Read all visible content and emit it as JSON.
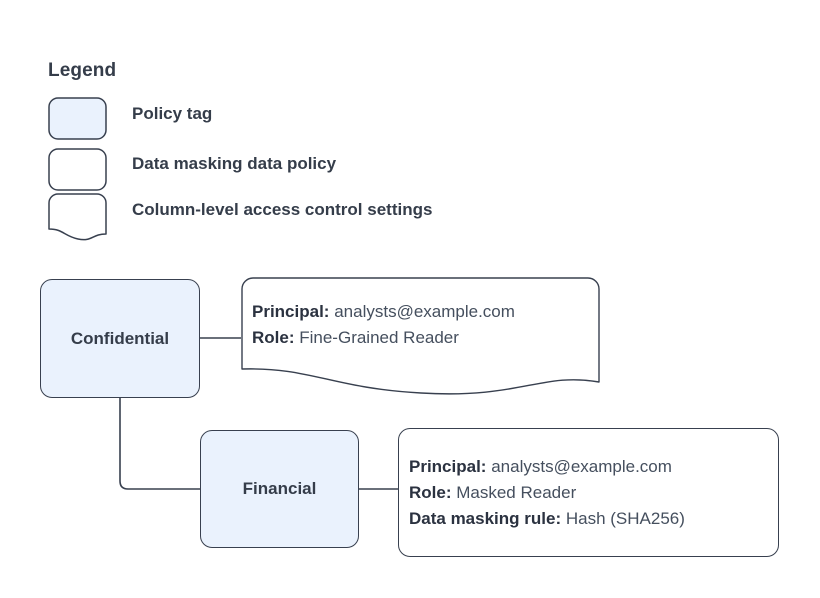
{
  "legend": {
    "title": "Legend",
    "items": [
      {
        "shape": "rounded-rect-filled",
        "label": "Policy tag",
        "fill": "#eaf2fd"
      },
      {
        "shape": "rounded-rect",
        "label": "Data masking data policy",
        "fill": "#ffffff"
      },
      {
        "shape": "wavy-bottom-rect",
        "label": "Column-level access control settings",
        "fill": "#ffffff"
      }
    ]
  },
  "diagram": {
    "nodes": [
      {
        "id": "confidential",
        "label": "Confidential"
      },
      {
        "id": "financial",
        "label": "Financial"
      }
    ],
    "callouts": [
      {
        "id": "confidential-settings",
        "shape": "wavy-bottom-rect",
        "lines": [
          {
            "key": "Principal:",
            "value": "analysts@example.com"
          },
          {
            "key": "Role:",
            "value": "Fine-Grained Reader"
          }
        ]
      },
      {
        "id": "financial-settings",
        "shape": "rounded-rect",
        "lines": [
          {
            "key": "Principal:",
            "value": "analysts@example.com"
          },
          {
            "key": "Role:",
            "value": "Masked Reader"
          },
          {
            "key": "Data masking rule:",
            "value": "Hash (SHA256)"
          }
        ]
      }
    ]
  },
  "colors": {
    "node_fill": "#eaf2fd",
    "stroke": "#38404f",
    "text": "#353d4a",
    "background": "#ffffff"
  }
}
